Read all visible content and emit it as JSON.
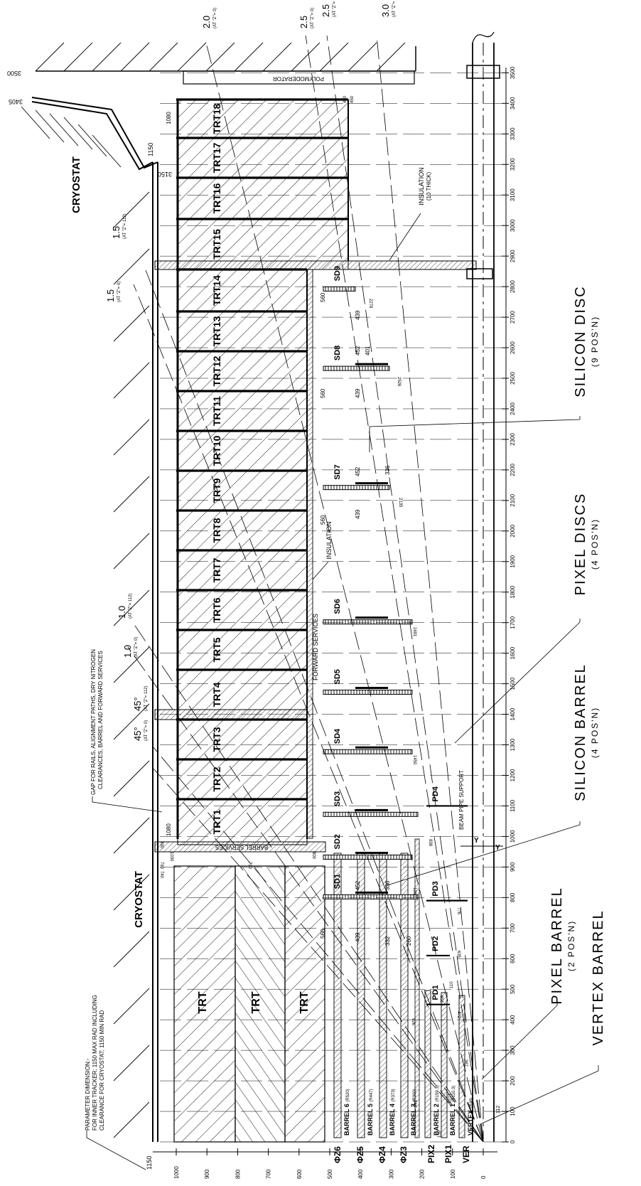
{
  "scale": {
    "z_ticks": [
      "0",
      "100",
      "200",
      "300",
      "400",
      "500",
      "600",
      "700",
      "800",
      "900",
      "1000",
      "1100",
      "1200",
      "1300",
      "1400",
      "1500",
      "1600",
      "1700",
      "1800",
      "1900",
      "2000",
      "2100",
      "2200",
      "2300",
      "2400",
      "2500",
      "2600",
      "2700",
      "2800",
      "2900",
      "3000",
      "3100",
      "3200",
      "3300",
      "3400",
      "3500"
    ],
    "r_ticks": [
      "1000",
      "900",
      "800",
      "700",
      "600",
      "500",
      "400",
      "300",
      "200",
      "100",
      "0"
    ]
  },
  "cryostat": {
    "label_left": "CRYOSTAT",
    "label_right": "CRYOSTAT"
  },
  "trt_barrel": [
    "TRT",
    "TRT",
    "TRT"
  ],
  "trt_wheels": [
    "TRT1",
    "TRT2",
    "TRT3",
    "TRT4",
    "TRT5",
    "TRT6",
    "TRT7",
    "TRT8",
    "TRT9",
    "TRT10",
    "TRT11",
    "TRT12",
    "TRT13",
    "TRT14",
    "TRT15",
    "TRT16",
    "TRT17",
    "TRT18"
  ],
  "silicon_discs": [
    "SD1",
    "SD2",
    "SD3",
    "SD4",
    "SD5",
    "SD6",
    "SD7",
    "SD8",
    "SD9"
  ],
  "pixel_discs": [
    "PD1",
    "PD2",
    "PD3",
    "PD4"
  ],
  "barrels": [
    {
      "name": "BARREL 6",
      "r": "(R520)"
    },
    {
      "name": "BARREL 5",
      "r": "(R447)"
    },
    {
      "name": "BARREL 4",
      "r": "(R373)"
    },
    {
      "name": "BARREL 3",
      "r": "(R300)"
    },
    {
      "name": "BARREL 2",
      "r": "(R159.3)"
    },
    {
      "name": "BARREL 1",
      "r": "(R110.3)"
    },
    {
      "name": "VERTEX",
      "r": "(R48)"
    }
  ],
  "radius_labels": [
    "ΦZ6",
    "ΦZ5",
    "ΦZ4",
    "ΦZ3",
    "PIX2",
    "PIX1",
    "VER"
  ],
  "annotations": {
    "polymoderator": "POLYMODERATOR",
    "barrel_services": "BARREL SERVICES",
    "forward_services": "FORWARD SERVICES",
    "insulation": "INSULATION",
    "insulation_thick": "INSULATION",
    "insulation_thick_sub": "(10 THICK)",
    "beam_pipe_support": "BEAM PIPE SUPPORT",
    "gap_note_1": "GAP FOR RAILS, ALIGNMENT PATHS, DRY NITROGEN",
    "gap_note_2": "CLEARANCES, BARREL AND FORWARD SERVICES",
    "param_note_1": "PARAMETER DIMENSION:-",
    "param_note_2": "FOR INNER TRACKER; 1150 MAX RAD INCLUDING",
    "param_note_3": "CLEARANCE FOR CRYOSTAT; 1150 MIN RAD"
  },
  "eta_labels": [
    {
      "v": "3.0",
      "sub": "(AT \"Z\"= 0)"
    },
    {
      "v": "2.5",
      "sub": "(AT \"Z\"= 112)"
    },
    {
      "v": "2.5",
      "sub": "(AT \"Z\"= 0)"
    },
    {
      "v": "2.0",
      "sub": "(AT \"Z\"= 0)"
    },
    {
      "v": "1.5",
      "sub": "(AT \"Z\"= 112)"
    },
    {
      "v": "1.5",
      "sub": "(AT \"Z\"= 0)"
    },
    {
      "v": "1.0",
      "sub": "(AT \"Z\"= 112)"
    },
    {
      "v": "1.0",
      "sub": "(AT \"Z\"= 0)"
    },
    {
      "v": "45°",
      "sub": "(AT \"Z\"= 112)"
    },
    {
      "v": "45°",
      "sub": "(AT \"Z\"= 0)"
    }
  ],
  "dims": {
    "d3500": "3500",
    "d3405": "3405",
    "d3150": "3150",
    "d1150": "1150",
    "d1080a": "1080",
    "d1080b": "1080",
    "d560a": "560",
    "d560b": "560",
    "d560c": "560",
    "d560d": "560",
    "d439a": "439",
    "d439b": "439",
    "d439c": "439",
    "d439d": "439",
    "d452a": "452",
    "d452b": "452",
    "d452c": "452",
    "d401": "401",
    "d336a": "336",
    "d336b": "336",
    "d332": "332",
    "d260": "260",
    "d2278": "2278",
    "d2526": "2526",
    "d2135": "2135",
    "d1691": "1691",
    "d1450": "1450",
    "d1260": "1260",
    "d926": "926",
    "d248": "248",
    "d139": "139",
    "d1072": "1072",
    "d838": "838",
    "d776": "776",
    "d635": "635",
    "d110": "110",
    "d472": "472",
    "d208": "208",
    "d387": "387",
    "d790a": "790",
    "d790b": "790",
    "d740": "740",
    "d830": "830",
    "d800": "800",
    "d1030": "1030",
    "d480": "480",
    "d450": "450",
    "d112": "112",
    "d1150b": "1150"
  },
  "callouts": {
    "silicon_disc": "SILICON DISC",
    "silicon_disc_sub": "(9 POS'N)",
    "pixel_discs": "PIXEL DISCS",
    "pixel_discs_sub": "(4 POS'N)",
    "silicon_barrel": "SILICON BARREL",
    "silicon_barrel_sub": "(4 POS'N)",
    "pixel_barrel": "PIXEL BARREL",
    "pixel_barrel_sub": "(2 POS'N)",
    "vertex_barrel": "VERTEX BARREL"
  }
}
